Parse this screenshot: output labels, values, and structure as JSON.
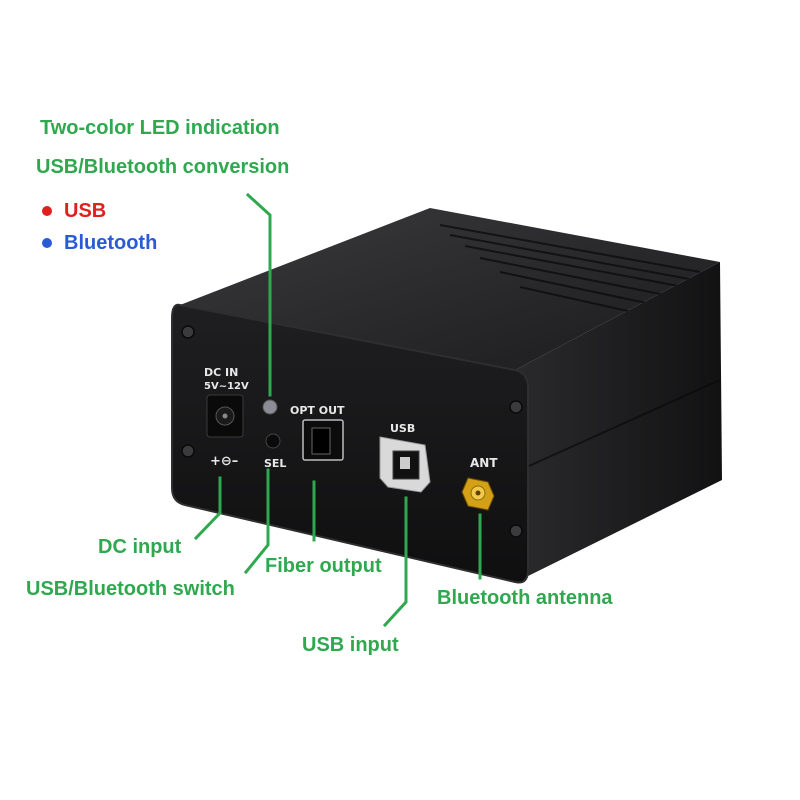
{
  "callouts": {
    "led_title": "Two-color LED indication",
    "led_subtitle": "USB/Bluetooth conversion",
    "dc_input": "DC input",
    "switch": "USB/Bluetooth switch",
    "fiber": "Fiber output",
    "usb_input": "USB input",
    "antenna": "Bluetooth antenna"
  },
  "legend": [
    {
      "label": "USB",
      "color": "#e0201c"
    },
    {
      "label": "Bluetooth",
      "color": "#2a5bd7"
    }
  ],
  "panel_text": {
    "dc_in": "DC IN",
    "voltage": "5V~12V",
    "polarity": "+⊖–",
    "sel": "SEL",
    "opt_out": "OPT OUT",
    "usb": "USB",
    "ant": "ANT"
  },
  "colors": {
    "callout": "#2fa84f",
    "device_body": "#1c1c1e",
    "device_face": "#141416"
  }
}
